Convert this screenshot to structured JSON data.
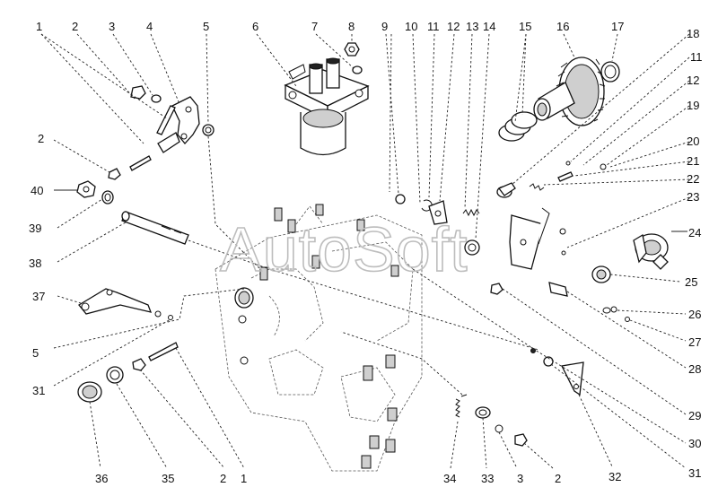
{
  "watermark": "AutoSoft",
  "callouts": {
    "c1_top": "1",
    "c2_top": "2",
    "c3_top": "3",
    "c4": "4",
    "c5_top": "5",
    "c6": "6",
    "c7": "7",
    "c8": "8",
    "c9": "9",
    "c10": "10",
    "c11_top": "11",
    "c12_top": "12",
    "c13": "13",
    "c14": "14",
    "c15": "15",
    "c16": "16",
    "c17": "17",
    "c18": "18",
    "c11_right": "11",
    "c12_right": "12",
    "c19": "19",
    "c20": "20",
    "c21": "21",
    "c22": "22",
    "c23": "23",
    "c24": "24",
    "c25": "25",
    "c26": "26",
    "c27": "27",
    "c28": "28",
    "c29": "29",
    "c30": "30",
    "c31_right": "31",
    "c32": "32",
    "c2_bottom_right": "2",
    "c3_bottom": "3",
    "c33": "33",
    "c34": "34",
    "c1_bottom": "1",
    "c2_bottom": "2",
    "c35": "35",
    "c36": "36",
    "c31_left": "31",
    "c5_left": "5",
    "c37": "37",
    "c38": "38",
    "c39": "39",
    "c40": "40",
    "c2_left": "2"
  }
}
